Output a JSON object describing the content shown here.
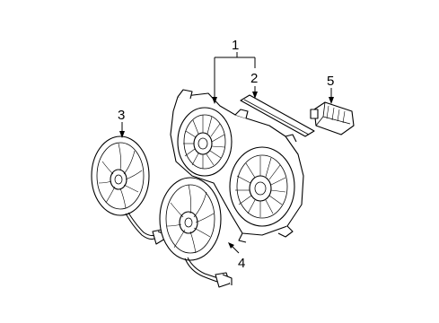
{
  "diagram": {
    "callouts": [
      {
        "id": "1",
        "label": "1"
      },
      {
        "id": "2",
        "label": "2"
      },
      {
        "id": "3",
        "label": "3"
      },
      {
        "id": "4",
        "label": "4"
      },
      {
        "id": "5",
        "label": "5"
      }
    ],
    "parts": {
      "1": "fan-shroud-assembly",
      "2": "seal-strip",
      "3": "left-fan-motor",
      "4": "right-fan-motor",
      "5": "fan-control-module"
    }
  }
}
